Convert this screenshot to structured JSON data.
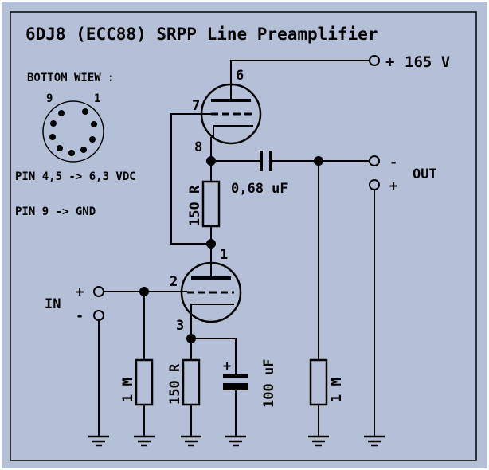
{
  "title": "6DJ8 (ECC88) SRPP Line Preamplifier",
  "pinout": {
    "heading": "BOTTOM WIEW :",
    "pin_first": "9",
    "pin_last": "1",
    "note_heater": "PIN 4,5 -> 6,3 VDC",
    "note_ground": "PIN 9 -> GND"
  },
  "supply": {
    "plus": "+",
    "value": "165 V"
  },
  "upper_triode": {
    "anode_pin": "6",
    "grid_pin": "7",
    "cathode_pin": "8"
  },
  "lower_triode": {
    "anode_pin": "1",
    "grid_pin": "2",
    "cathode_pin": "3"
  },
  "components": {
    "r_top": "150 R",
    "coupling_cap": "0,68 uF",
    "r_cathode": "150 R",
    "r_grid": "1 M",
    "cathode_cap": "100 uF",
    "cathode_cap_polarity": "+",
    "r_out": "1 M"
  },
  "input": {
    "label": "IN",
    "plus": "+",
    "minus": "-"
  },
  "output": {
    "label": "OUT",
    "minus": "-",
    "plus": "+"
  },
  "colors": {
    "background": "#b4c0d8",
    "ink": "#000000",
    "frame": "#ffffff"
  }
}
